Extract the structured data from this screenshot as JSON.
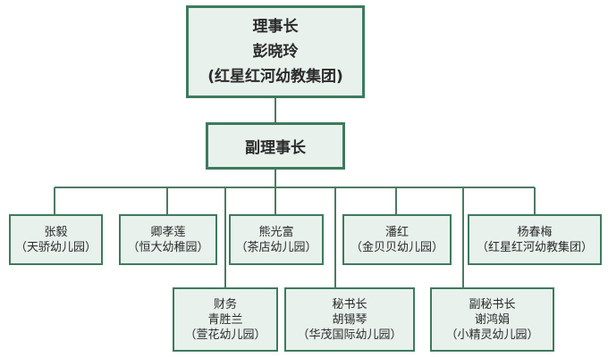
{
  "root": {
    "title": "理事长",
    "name": "彭晓玲",
    "org": "(红星红河幼教集团)"
  },
  "vice": {
    "title": "副理事长"
  },
  "members": [
    {
      "name": "张毅",
      "org": "（天骄幼儿园）"
    },
    {
      "name": "卿孝莲",
      "org": "（恒大幼稚园）"
    },
    {
      "name": "熊光富",
      "org": "（茶店幼儿园）"
    },
    {
      "name": "潘红",
      "org": "（金贝贝幼儿园）"
    },
    {
      "name": "杨春梅",
      "org": "（红星红河幼教集团）"
    }
  ],
  "officers": [
    {
      "title": "财务",
      "name": "青胜兰",
      "org": "（萱花幼儿园）"
    },
    {
      "title": "秘书长",
      "name": "胡锡琴",
      "org": "（华茂国际幼儿园）"
    },
    {
      "title": "副秘书长",
      "name": "谢鸿娟",
      "org": "（小精灵幼儿园）"
    }
  ],
  "colors": {
    "box_fill": "#e8f1ec",
    "border": "#3e7a5d",
    "line": "#4d7a63"
  }
}
